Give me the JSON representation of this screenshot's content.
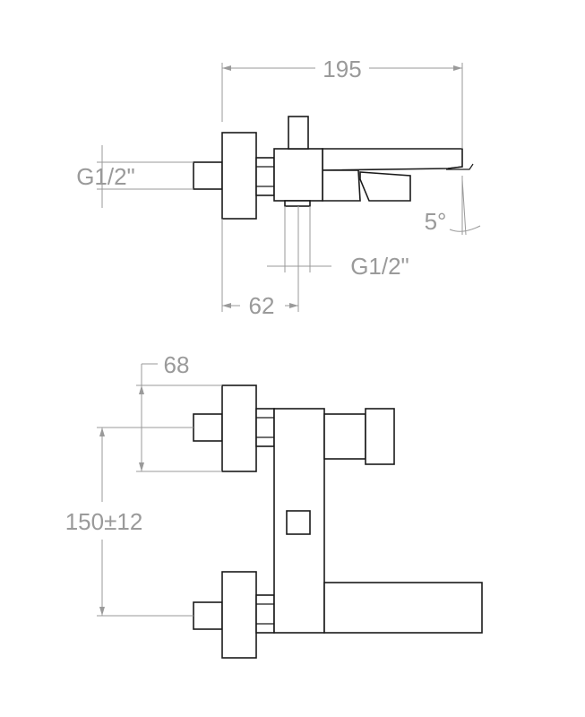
{
  "dimensions": {
    "overall_length": "195",
    "side_inlet_thread": "G1/2\"",
    "spout_angle": "5°",
    "outlet_thread": "G1/2\"",
    "wall_to_axis": "62",
    "flange_offset": "68",
    "inlet_spacing": "150±12"
  },
  "colors": {
    "outline": "#1a1a1a",
    "dimension": "#9a9a9a",
    "background": "#ffffff"
  }
}
